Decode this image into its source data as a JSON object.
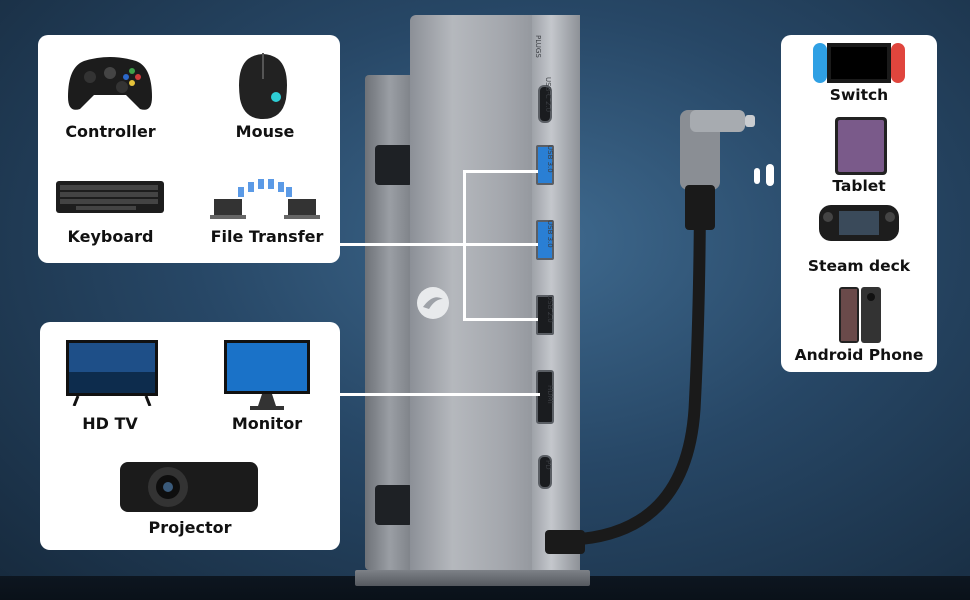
{
  "devices_top_left": [
    {
      "label": "Controller",
      "icon": "game-controller-icon"
    },
    {
      "label": "Mouse",
      "icon": "mouse-icon"
    },
    {
      "label": "Keyboard",
      "icon": "keyboard-icon"
    },
    {
      "label": "File Transfer",
      "icon": "file-transfer-icon"
    }
  ],
  "devices_bottom_left": [
    {
      "label": "HD TV",
      "icon": "tv-icon"
    },
    {
      "label": "Monitor",
      "icon": "monitor-icon"
    },
    {
      "label": "Projector",
      "icon": "projector-icon"
    }
  ],
  "devices_right": [
    {
      "label": "Switch",
      "icon": "switch-console-icon"
    },
    {
      "label": "Tablet",
      "icon": "tablet-icon"
    },
    {
      "label": "Steam deck",
      "icon": "steam-deck-icon"
    },
    {
      "label": "Android Phone",
      "icon": "android-phone-icon"
    }
  ],
  "hub": {
    "port_labels": [
      "USB-C 2.0",
      "USB 3.0",
      "USB 3.0",
      "USB 2.0",
      "HDMI",
      "PD"
    ],
    "top_label": "PLUGS"
  },
  "colors": {
    "usb3_port": "#2a7fd4",
    "background": "#274766"
  }
}
